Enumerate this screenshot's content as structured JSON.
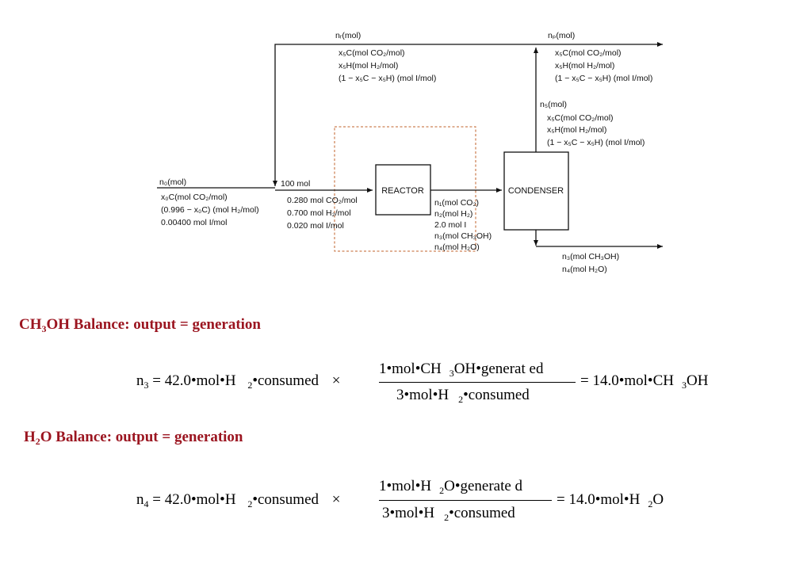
{
  "diagram": {
    "reactor_label": "REACTOR",
    "condenser_label": "CONDENSER",
    "feed": {
      "name": "n₀(mol)",
      "lines": [
        "x₀C(mol CO₂/mol)",
        "(0.996 − x₀C) (mol H₂/mol)",
        "0.00400 mol I/mol"
      ]
    },
    "mixed": {
      "name": "100 mol",
      "lines": [
        "0.280 mol CO₂/mol",
        "0.700 mol H₂/mol",
        "0.020 mol I/mol"
      ]
    },
    "reactor_out": {
      "lines": [
        "n₁(mol CO₂)",
        "n₂(mol H₂)",
        "2.0 mol I",
        "n₃(mol CH₃OH)",
        "n₄(mol H₂O)"
      ]
    },
    "recycle": {
      "name": "nᵣ(mol)",
      "lines": [
        "x₅C(mol CO₂/mol)",
        "x₅H(mol H₂/mol)",
        "(1 − x₅C − x₅H) (mol I/mol)"
      ]
    },
    "purge": {
      "name": "nₚ(mol)",
      "lines": [
        "x₅C(mol CO₂/mol)",
        "x₅H(mol H₂/mol)",
        "(1 − x₅C − x₅H) (mol I/mol)"
      ]
    },
    "condenser_top": {
      "name": "n₅(mol)",
      "lines": [
        "x₅C(mol CO₂/mol)",
        "x₅H(mol H₂/mol)",
        "(1 − x₅C − x₅H) (mol I/mol)"
      ]
    },
    "product": {
      "lines": [
        "n₃(mol CH₃OH)",
        "n₄(mol H₂O)"
      ]
    }
  },
  "ch3oh": {
    "heading": {
      "p1": "CH",
      "s1": "3",
      "p2": "OH Balance: output = generation"
    },
    "equation": {
      "lhs": "n",
      "lhs_sub": "3",
      "term1": "= 42.0•mol•H",
      "term1_sub": "2",
      "term1_end": "•consumed",
      "times": "×",
      "num1": "1•mol•CH",
      "num_sub": "3",
      "num2": "OH•generat ed",
      "den1": "3•mol•H",
      "den_sub": "2",
      "den2": "•consumed",
      "result1": "= 14.0•mol•CH",
      "result_sub": "3",
      "result2": "OH"
    }
  },
  "h2o": {
    "heading": {
      "p1": "H",
      "s1": "2",
      "p2": "O Balance: output = generation"
    },
    "equation": {
      "lhs": "n",
      "lhs_sub": "4",
      "term1": "= 42.0•mol•H",
      "term1_sub": "2",
      "term1_end": "•consumed",
      "times": "×",
      "num1": "1•mol•H",
      "num_sub": "2",
      "num2": "O•generate d",
      "den1": "3•mol•H",
      "den_sub": "2",
      "den2": "•consumed",
      "result1": "= 14.0•mol•H",
      "result_sub": "2",
      "result2": "O"
    }
  }
}
